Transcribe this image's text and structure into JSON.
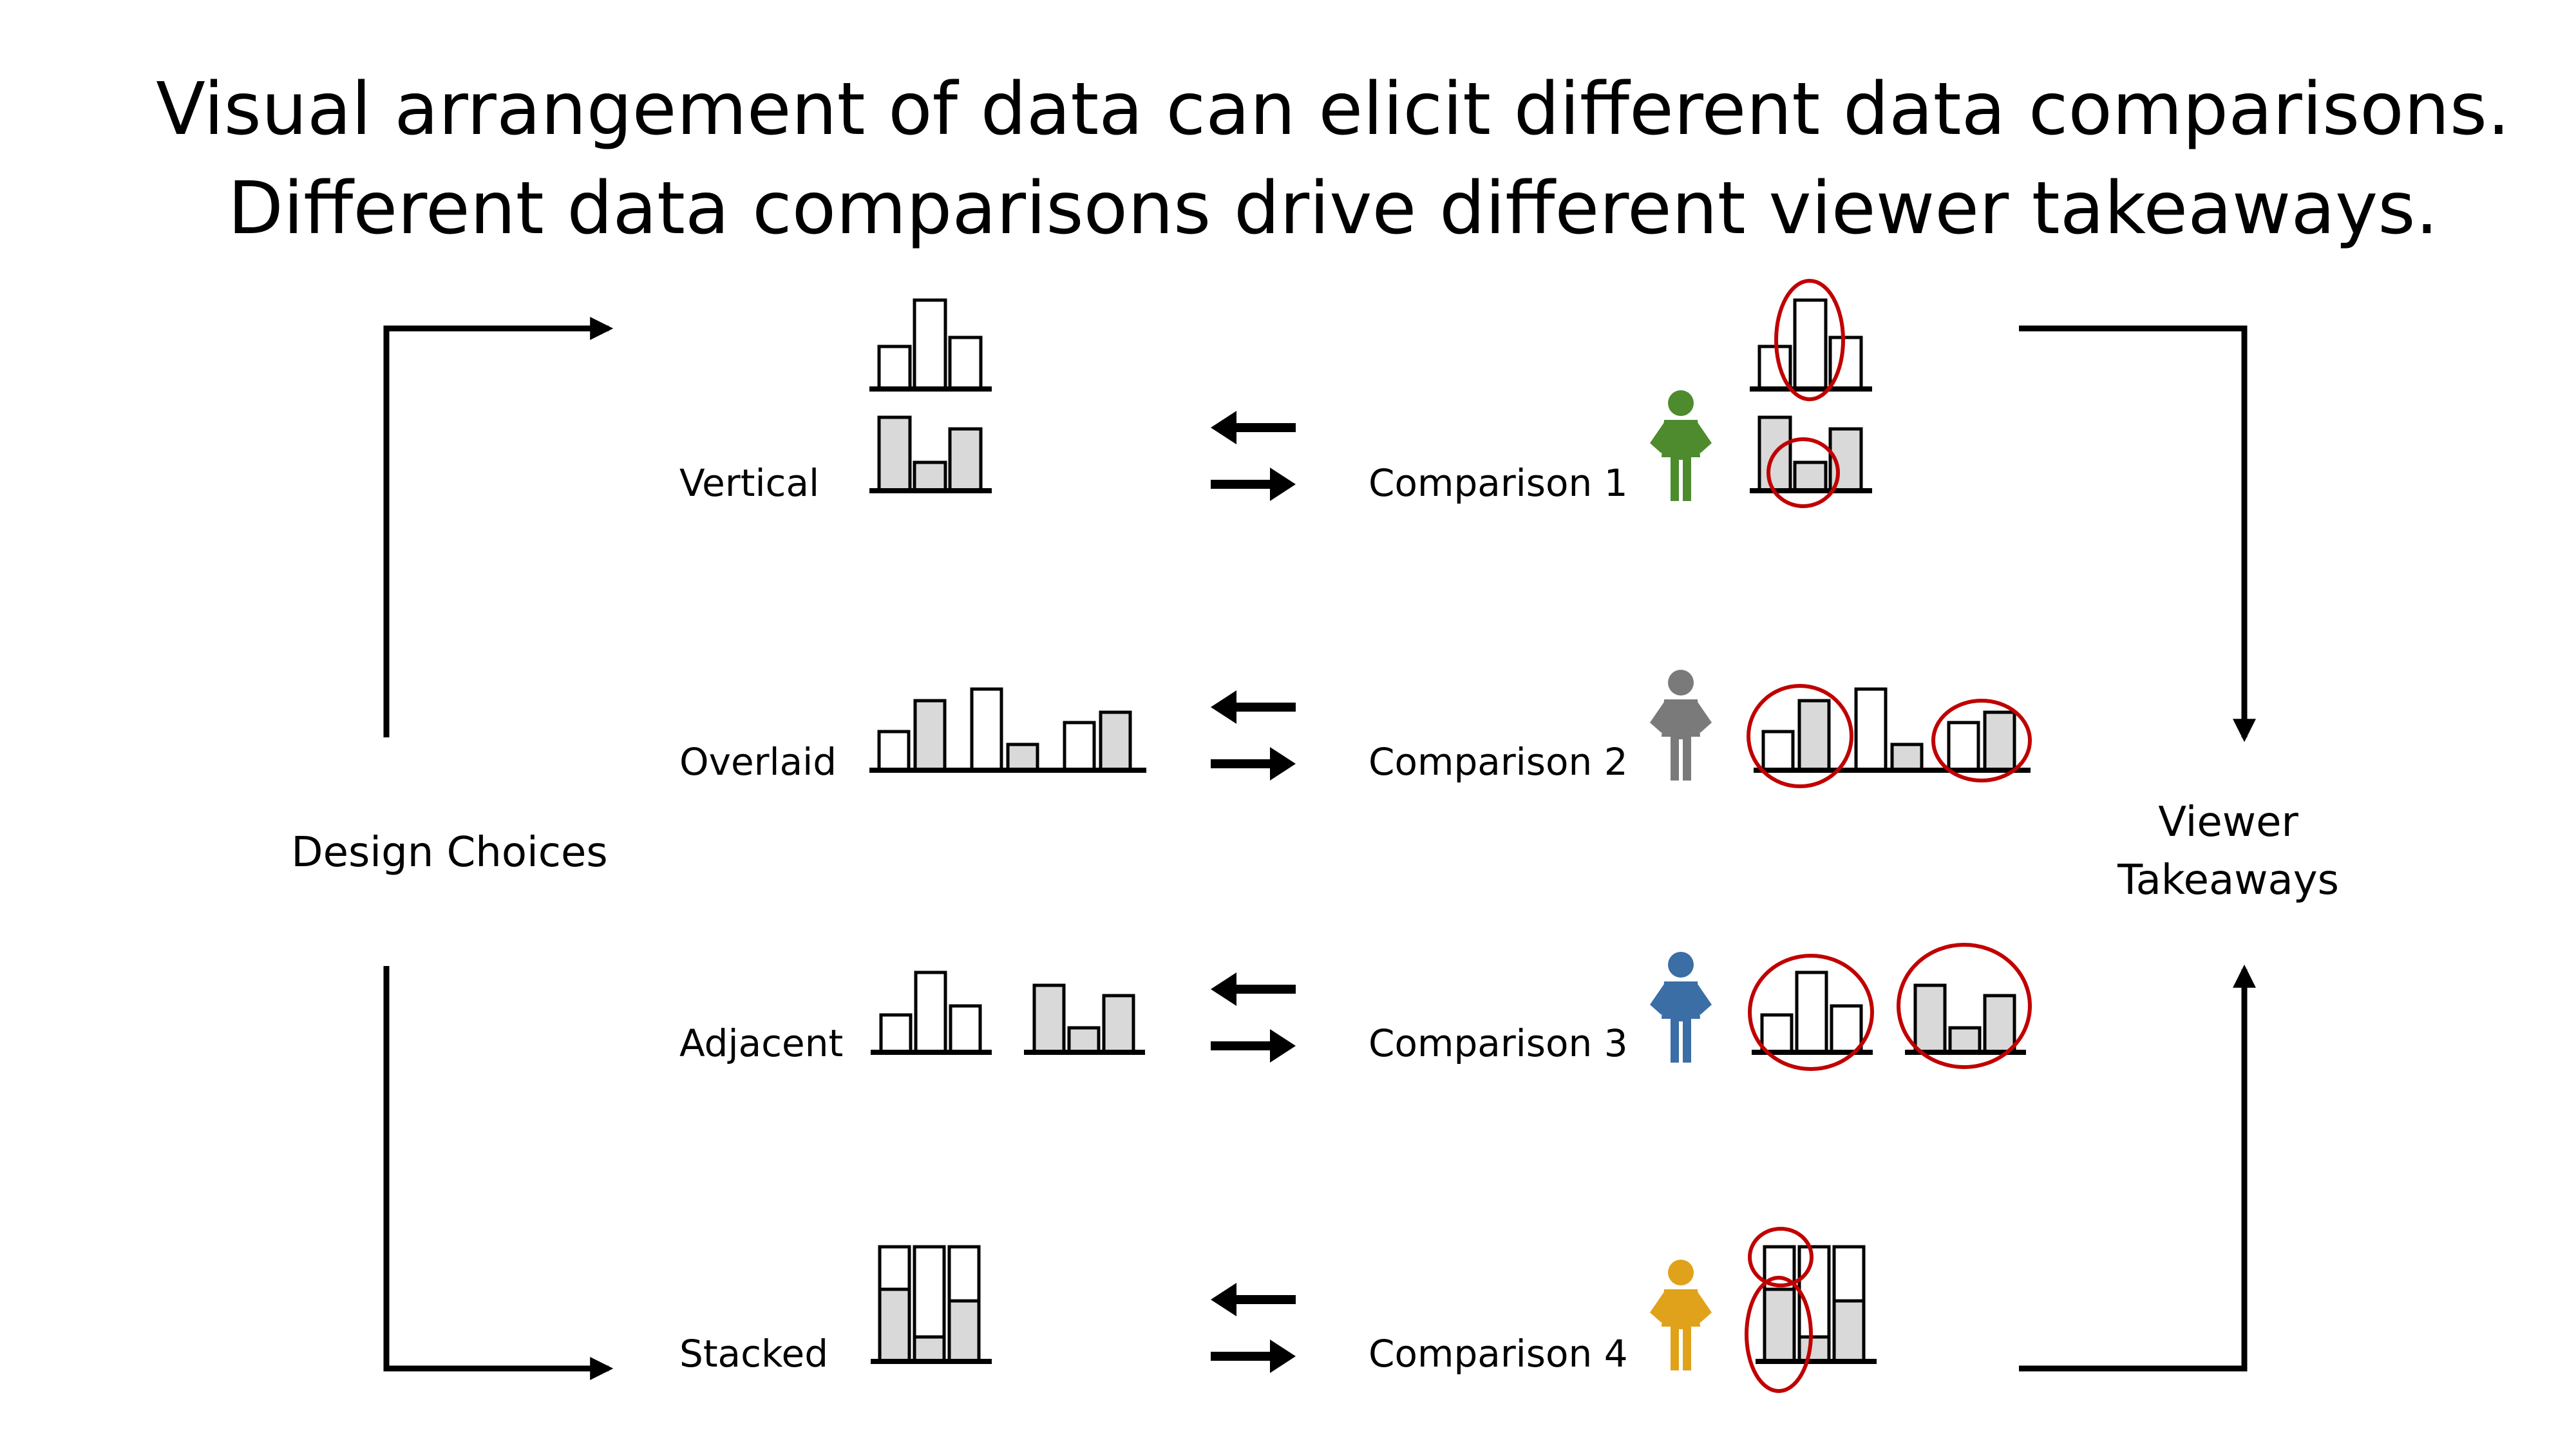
{
  "title": {
    "line1": "Visual arrangement of data can elicit different data comparisons.",
    "line2": "Different data comparisons drive different viewer takeaways."
  },
  "left_label": "Design Choices",
  "right_label": {
    "line1": "Viewer",
    "line2": "Takeaways"
  },
  "rows": [
    {
      "design": "Vertical",
      "comparison": "Comparison 1",
      "person_color": "#4e8a2e"
    },
    {
      "design": "Overlaid",
      "comparison": "Comparison 2",
      "person_color": "#7a7a7a"
    },
    {
      "design": "Adjacent",
      "comparison": "Comparison 3",
      "person_color": "#3a6ea5"
    },
    {
      "design": "Stacked",
      "comparison": "Comparison 4",
      "person_color": "#e0a21b"
    }
  ],
  "colors": {
    "highlight": "#c00000",
    "bar_open": "#ffffff",
    "bar_fill": "#d9d9d9",
    "ink": "#000000"
  },
  "icons": {
    "person": "person-icon",
    "exchange": "exchange-arrows-icon"
  }
}
